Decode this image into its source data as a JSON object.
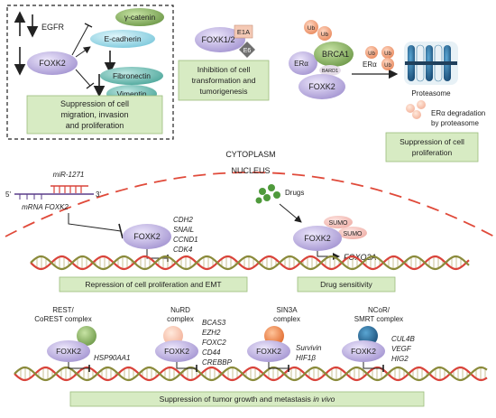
{
  "panel_tl": {
    "egfr": "EGFR",
    "foxk2": "FOXK2",
    "gamma_catenin": "γ-catenin",
    "e_cadherin": "E-cadherin",
    "fibronectin": "Fibronectin",
    "vimentin": "Vimentin",
    "caption": [
      "Suppression of cell",
      "migration, invasion",
      "and proliferation"
    ]
  },
  "panel_tc": {
    "foxk12": "FOXK1/2",
    "e1a": "E1A",
    "e6": "E6",
    "caption": [
      "Inhibition of cell",
      "transformation and",
      "tumorigenesis"
    ]
  },
  "panel_tr": {
    "ub": "Ub",
    "era": "ERα",
    "brca1": "BRCA1",
    "bard1": "BARD1",
    "foxk2": "FOXK2",
    "proteasome": "Proteasome",
    "degradation": [
      "ERα degradation",
      "by proteasome"
    ],
    "caption": [
      "Suppression of cell",
      "proliferation"
    ]
  },
  "compartments": {
    "cytoplasm": "CYTOPLASM",
    "nucleus": "NUCLEUS"
  },
  "mirna": {
    "mir": "miR-1271",
    "five_prime": "5'",
    "three_prime": "3'",
    "mrna": "mRNA FOXK2"
  },
  "emt": {
    "foxk2": "FOXK2",
    "genes": [
      "CDH2",
      "SNAIL",
      "CCND1",
      "CDK4"
    ],
    "caption": "Repression of cell proliferation and EMT"
  },
  "drug": {
    "drugs": "Drugs",
    "sumo": "SUMO",
    "foxk2": "FOXK2",
    "target": "FOXO3A",
    "caption": "Drug sensitivity"
  },
  "complexes": [
    {
      "name": [
        "REST/",
        "CoREST complex"
      ],
      "foxk2": "FOXK2",
      "genes": [
        "HSP90AA1"
      ]
    },
    {
      "name": [
        "NuRD",
        "complex"
      ],
      "foxk2": "FOXK2",
      "genes": [
        "BCAS3",
        "EZH2",
        "FOXC2",
        "CD44",
        "CREBBP"
      ]
    },
    {
      "name": [
        "SIN3A",
        "complex"
      ],
      "foxk2": "FOXK2",
      "genes": [
        "Survivin",
        "HIF1β"
      ]
    },
    {
      "name": [
        "NCoR/",
        "SMRT complex"
      ],
      "foxk2": "FOXK2",
      "genes": [
        "CUL4B",
        "VEGF",
        "HIG2"
      ]
    }
  ],
  "bottom_caption": {
    "main": "Suppression of tumor growth and metastasis ",
    "italic": "in vivo"
  },
  "colors": {
    "foxk2": "#b9addb",
    "caption_bg": "#d7ebc3",
    "dna_red": "#d9433a",
    "dna_olive": "#8a8a3a",
    "nucleus_line": "#e04a3a",
    "ub": "#f0a07a",
    "proteasome": "#3d7fa6"
  }
}
